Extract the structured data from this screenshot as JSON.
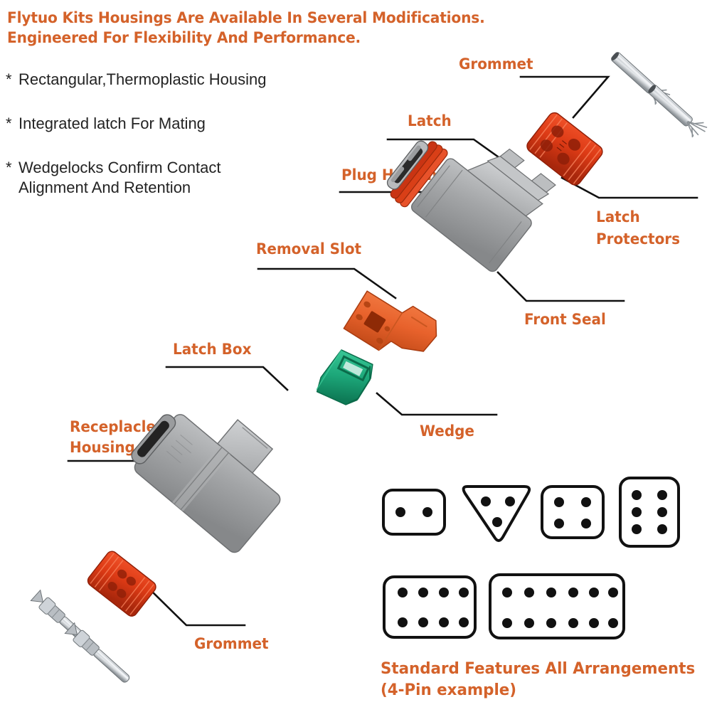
{
  "heading": {
    "line1": "Flytuo Kits Housings Are Available In Several Modifications.",
    "line2": "Engineered For Flexibility And Performance."
  },
  "bullets": [
    {
      "marker": "*",
      "lines": [
        "Rectangular,Thermoplastic Housing"
      ]
    },
    {
      "marker": "*",
      "lines": [
        "Integrated latch For Mating"
      ]
    },
    {
      "marker": "*",
      "lines": [
        "Wedgelocks Confirm Contact",
        "Alignment And Retention"
      ]
    }
  ],
  "labels": {
    "grommet_top": "Grommet",
    "latch": "Latch",
    "plug_housing": "Plug Housing",
    "latch_protectors_l1": "Latch",
    "latch_protectors_l2": "Protectors",
    "front_seal": "Front Seal",
    "removal_slot": "Removal Slot",
    "latch_box": "Latch Box",
    "receplacle_l1": "Receplacle",
    "receplacle_l2": "Housing",
    "wedge": "Wedge",
    "grommet_bottom": "Grommet"
  },
  "caption": {
    "line1": "Standard Features All Arrangements",
    "line2": "(4-Pin example)"
  },
  "colors": {
    "label_orange": "#D4622A",
    "body_text": "#232323",
    "background": "#FFFFFF",
    "housing_gray": "#A2A4A6",
    "grommet_red": "#E03B16",
    "wedgelock_orange": "#E8622C",
    "wedge_green": "#1DA87A",
    "contact_silver": "#C9CDD1",
    "outline_black": "#111111"
  },
  "pin_arrangements": [
    {
      "name": "2-pin",
      "shape": "rounded-rect",
      "pins": 2,
      "cols": 2,
      "rows": 1
    },
    {
      "name": "3-pin",
      "shape": "triangle-down",
      "pins": 3,
      "cols": 2,
      "rows": 2
    },
    {
      "name": "4-pin",
      "shape": "rounded-rect",
      "pins": 4,
      "cols": 2,
      "rows": 2
    },
    {
      "name": "6-pin",
      "shape": "rounded-rect-tall",
      "pins": 6,
      "cols": 2,
      "rows": 3
    },
    {
      "name": "8-pin",
      "shape": "rounded-rect",
      "pins": 8,
      "cols": 4,
      "rows": 2
    },
    {
      "name": "12-pin",
      "shape": "rounded-rect-wide",
      "pins": 12,
      "cols": 6,
      "rows": 2
    }
  ],
  "parts": [
    {
      "name": "socket-contact-upper",
      "color": "#C9CDD1"
    },
    {
      "name": "socket-contact-lower",
      "color": "#C9CDD1"
    },
    {
      "name": "grommet-plug",
      "color": "#E03B16"
    },
    {
      "name": "plug-housing",
      "color": "#A2A4A6"
    },
    {
      "name": "front-seal",
      "color": "#E03B16"
    },
    {
      "name": "wedgelock",
      "color": "#E8622C"
    },
    {
      "name": "wedge",
      "color": "#1DA87A"
    },
    {
      "name": "receptacle-housing",
      "color": "#A2A4A6"
    },
    {
      "name": "grommet-receptacle",
      "color": "#E03B16"
    },
    {
      "name": "pin-contact-upper",
      "color": "#C9CDD1"
    },
    {
      "name": "pin-contact-lower",
      "color": "#C9CDD1"
    }
  ]
}
